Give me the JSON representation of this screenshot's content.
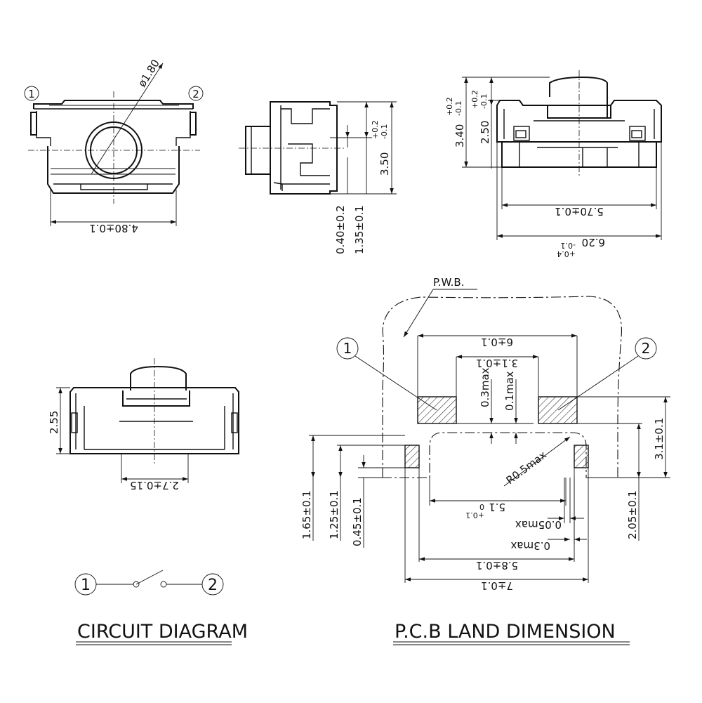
{
  "pins": {
    "pin1": "①",
    "pin2": "②"
  },
  "front_view": {
    "diameter": "ø1.80",
    "width": "4.80±0.1"
  },
  "side_view": {
    "height": "3.50",
    "height_tol_upper": "+0.2",
    "height_tol_lower": "-0.1",
    "lead_a": "0.40±0.2",
    "lead_b": "1.35±0.1"
  },
  "top_view": {
    "total_height": "3.40",
    "total_height_tol_upper": "+0.2",
    "total_height_tol_lower": "-0.1",
    "stem_height": "2.50",
    "stem_height_tol_upper": "+0.2",
    "stem_height_tol_lower": "-0.1",
    "body_width": "5.70±0.1",
    "overall_width": "6.20",
    "overall_width_tol_upper": "+0.4",
    "overall_width_tol_lower": "-0.1"
  },
  "bottom_view": {
    "height": "2.55",
    "width": "2.7±0.15"
  },
  "pcb": {
    "pwb_label": "P.W.B.",
    "pitch_outer": "6±0.1",
    "pitch_inner": "3.1±0.1",
    "max_03": "0.3max",
    "max_01": "0.1max",
    "pad_height": "3.1±0.1",
    "radius": "R0.5max",
    "h_165": "1.65±0.1",
    "h_125": "1.25±0.1",
    "h_045": "0.45±0.1",
    "h_205": "2.05±0.1",
    "w_51": "5.1",
    "w_51_tol_upper": "0",
    "w_51_tol_lower": "+0.1",
    "gap_005": "0.05max",
    "gap_03": "0.3max",
    "w_58": "5.8±0.1",
    "w_7": "7±0.1"
  },
  "circuit": {
    "pin1": "1",
    "pin2": "2"
  },
  "captions": {
    "circuit_diagram": "CIRCUIT DIAGRAM",
    "pcb_land": "P.C.B LAND DIMENSION"
  }
}
